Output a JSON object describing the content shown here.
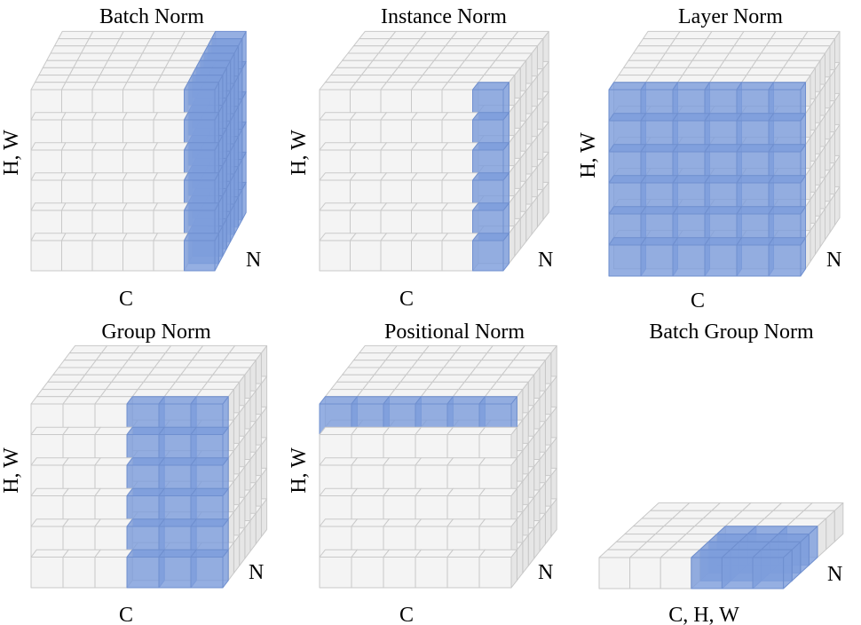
{
  "colors": {
    "cell_fill": "#f4f4f4",
    "cell_side": "#e6e6e6",
    "cell_edge": "#c9c9c9",
    "highlight": "#7e9ddc",
    "highlight_edge": "#6f8fcf"
  },
  "panels": [
    {
      "title": "Batch Norm",
      "axis_c": "C",
      "axis_hw": "H, W",
      "axis_n": "N",
      "highlight": "batch"
    },
    {
      "title": "Instance Norm",
      "axis_c": "C",
      "axis_hw": "H, W",
      "axis_n": "N",
      "highlight": "instance"
    },
    {
      "title": "Layer Norm",
      "axis_c": "C",
      "axis_hw": "H, W",
      "axis_n": "N",
      "highlight": "layer"
    },
    {
      "title": "Group Norm",
      "axis_c": "C",
      "axis_hw": "H, W",
      "axis_n": "N",
      "highlight": "group"
    },
    {
      "title": "Positional Norm",
      "axis_c": "C",
      "axis_hw": "H, W",
      "axis_n": "N",
      "highlight": "positional"
    },
    {
      "title": "Batch Group Norm",
      "axis_c": "C, H, W",
      "axis_hw": "",
      "axis_n": "N",
      "highlight": "batch-group"
    }
  ]
}
